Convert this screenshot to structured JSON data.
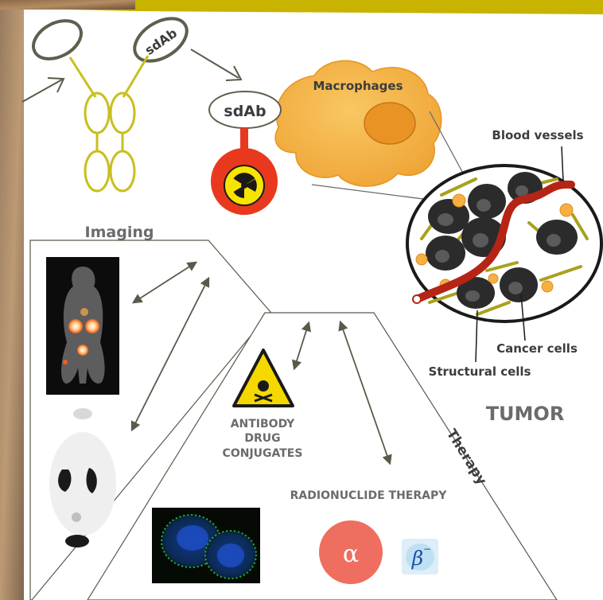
{
  "antibody": {
    "label": "sdAb",
    "caption": "Imaging"
  },
  "macrophage": {
    "sdab_label": "sdAb",
    "label": "Macrophages"
  },
  "tumor": {
    "title": "TUMOR",
    "blood_vessels": "Blood vessels",
    "cancer_cells": "Cancer cells",
    "structural_cells": "Structural cells"
  },
  "therapy": {
    "label": "Therapy",
    "adc_line1": "ANTIBODY",
    "adc_line2": "DRUG",
    "adc_line3": "CONJUGATES",
    "radionuclide": "RADIONUCLIDE THERAPY",
    "alpha": "α",
    "beta": "β",
    "beta_sup": "−"
  },
  "colors": {
    "banner": "#c7b300",
    "antibody_yellow": "#c8bf1e",
    "antibody_head": "#5f5e4f",
    "macrophage": "#f5b042",
    "nucleus": "#e89324",
    "radio_red": "#e8391e",
    "alpha_fill": "#ee6f5f",
    "vessel": "#b52414",
    "cell_dark": "#2b2b2b"
  }
}
